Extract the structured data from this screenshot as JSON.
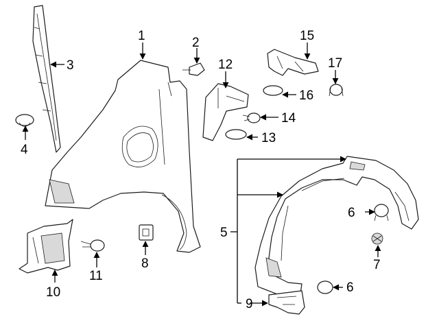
{
  "diagram": {
    "callouts": [
      "1",
      "2",
      "3",
      "4",
      "5",
      "6",
      "6",
      "7",
      "8",
      "9",
      "10",
      "11",
      "12",
      "13",
      "14",
      "15",
      "16",
      "17"
    ],
    "colors": {
      "line": "#1a1a1a",
      "shade": "#d9d9d9",
      "background": "#ffffff"
    }
  }
}
